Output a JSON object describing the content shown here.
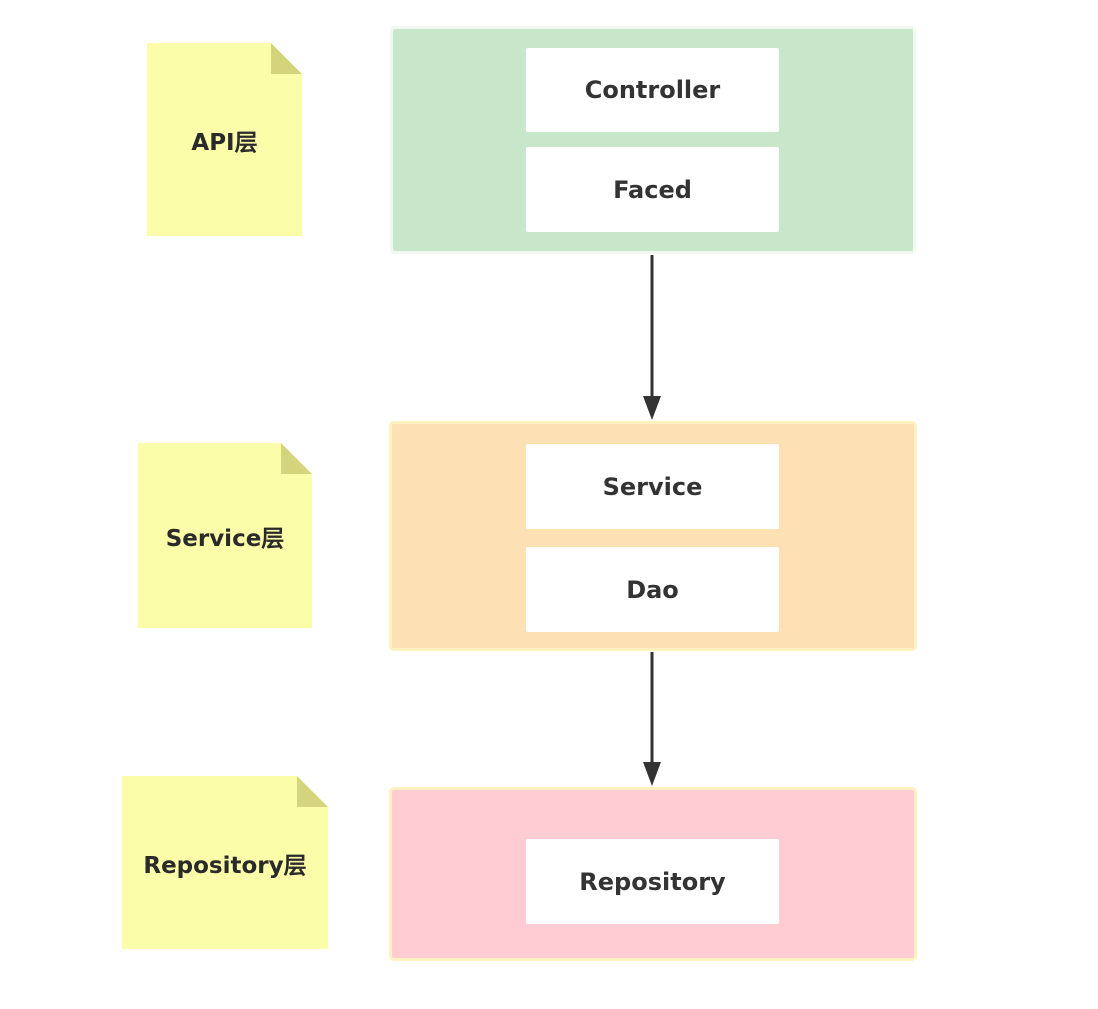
{
  "notes": {
    "api": "API层",
    "service": "Service层",
    "repository": "Repository层"
  },
  "layers": {
    "api": {
      "components": [
        "Controller",
        "Faced"
      ]
    },
    "service": {
      "components": [
        "Service",
        "Dao"
      ]
    },
    "repository": {
      "components": [
        "Repository"
      ]
    }
  },
  "colors": {
    "note_fill": "#fbfda8",
    "note_fold": "#d3d47c",
    "api_layer": "#c8e6c9",
    "service_layer": "#fde0b4",
    "repository_layer": "#ffccd4",
    "arrow": "#333333"
  }
}
